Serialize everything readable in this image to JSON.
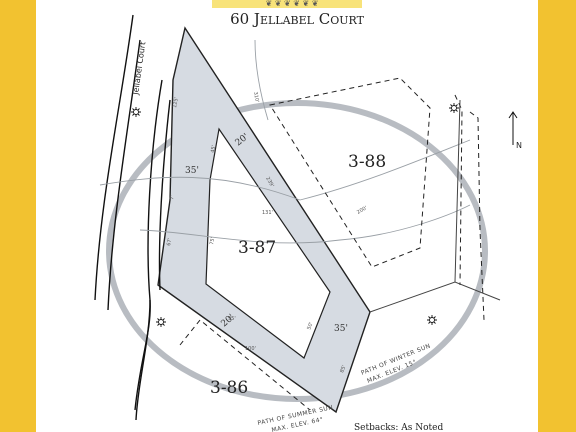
{
  "title": "60 Jellabel Court",
  "street_name": "Jellabel Court",
  "north_label": "N",
  "lots": [
    "3-88",
    "3-87",
    "3-86"
  ],
  "dims": [
    "35'",
    "20'",
    "20'",
    "35'"
  ],
  "small_dims": [
    "125'",
    "239'",
    "7'",
    "45'",
    "131'",
    "75'",
    "67'",
    "95'",
    "50'",
    "100'",
    "85'",
    "310'",
    "200'"
  ],
  "sun_paths": {
    "winter": "PATH OF WINTER SUN",
    "winter_elev": "MAX. ELEV. 15°",
    "summer": "PATH OF SUMMER SUN",
    "summer_elev": "MAX. ELEV. 64°"
  },
  "setbacks_note": "Setbacks: As Noted",
  "colors": {
    "frame": "#f2c230",
    "shaded_lot": "#d6dbe2",
    "sun_path_circle": "#b8bcc2"
  }
}
